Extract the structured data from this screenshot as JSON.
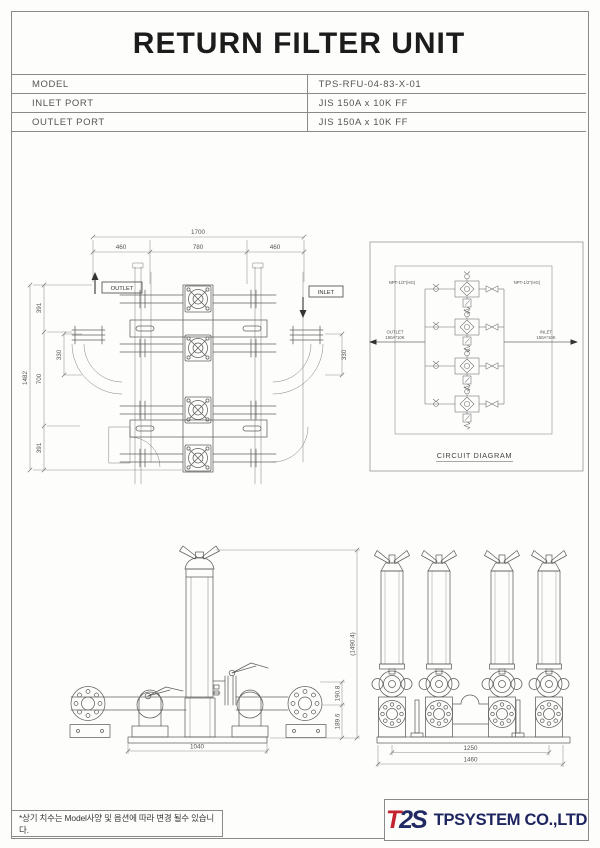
{
  "page": {
    "title": "RETURN FILTER UNIT"
  },
  "spec_table": {
    "rows": [
      {
        "label": "MODEL",
        "value": "TPS-RFU-04-83-X-01"
      },
      {
        "label": "INLET PORT",
        "value": "JIS 150A x 10K FF"
      },
      {
        "label": "OUTLET PORT",
        "value": "JIS 150A x 10K FF"
      }
    ]
  },
  "plan_view": {
    "outlet_label": "OUTLET",
    "inlet_label": "INLET",
    "dims": {
      "total_width": "1700",
      "left_span": "460",
      "center_span": "780",
      "right_span": "460",
      "total_height": "1482",
      "top_segment": "391",
      "middle_segment": "700",
      "bottom_segment": "391",
      "inner_left": "330",
      "inner_right": "330"
    }
  },
  "circuit_diagram": {
    "caption": "CIRCUIT DIAGRAM",
    "outlet_label": "OUTLET",
    "outlet_port": "150A*10K",
    "inlet_label": "INLET",
    "inlet_port": "150A*10K",
    "left_vent_port": "NPT-1/2\"(HG)",
    "right_vent_port": "NPT-1/2\"(HG)",
    "filter_count": "4"
  },
  "side_view": {
    "dims": {
      "overall_height": "(1490.4)",
      "upper_height": "190.8",
      "lower_height": "189.6",
      "base_width": "1040"
    }
  },
  "front_view": {
    "dims": {
      "filter_span": "1250",
      "base_width": "1460"
    }
  },
  "footer": {
    "note": "*상기 치수는 Model사양 및 옵션에 따라 변경 될수 있습니다.",
    "logo": {
      "t": "T",
      "two": "2",
      "s": "S"
    },
    "company": "TPSYSTEM CO.,LTD"
  },
  "colors": {
    "line": "#5f5f5f",
    "dim_text": "#555555",
    "logo_red": "#c42430",
    "logo_navy": "#222a63"
  }
}
